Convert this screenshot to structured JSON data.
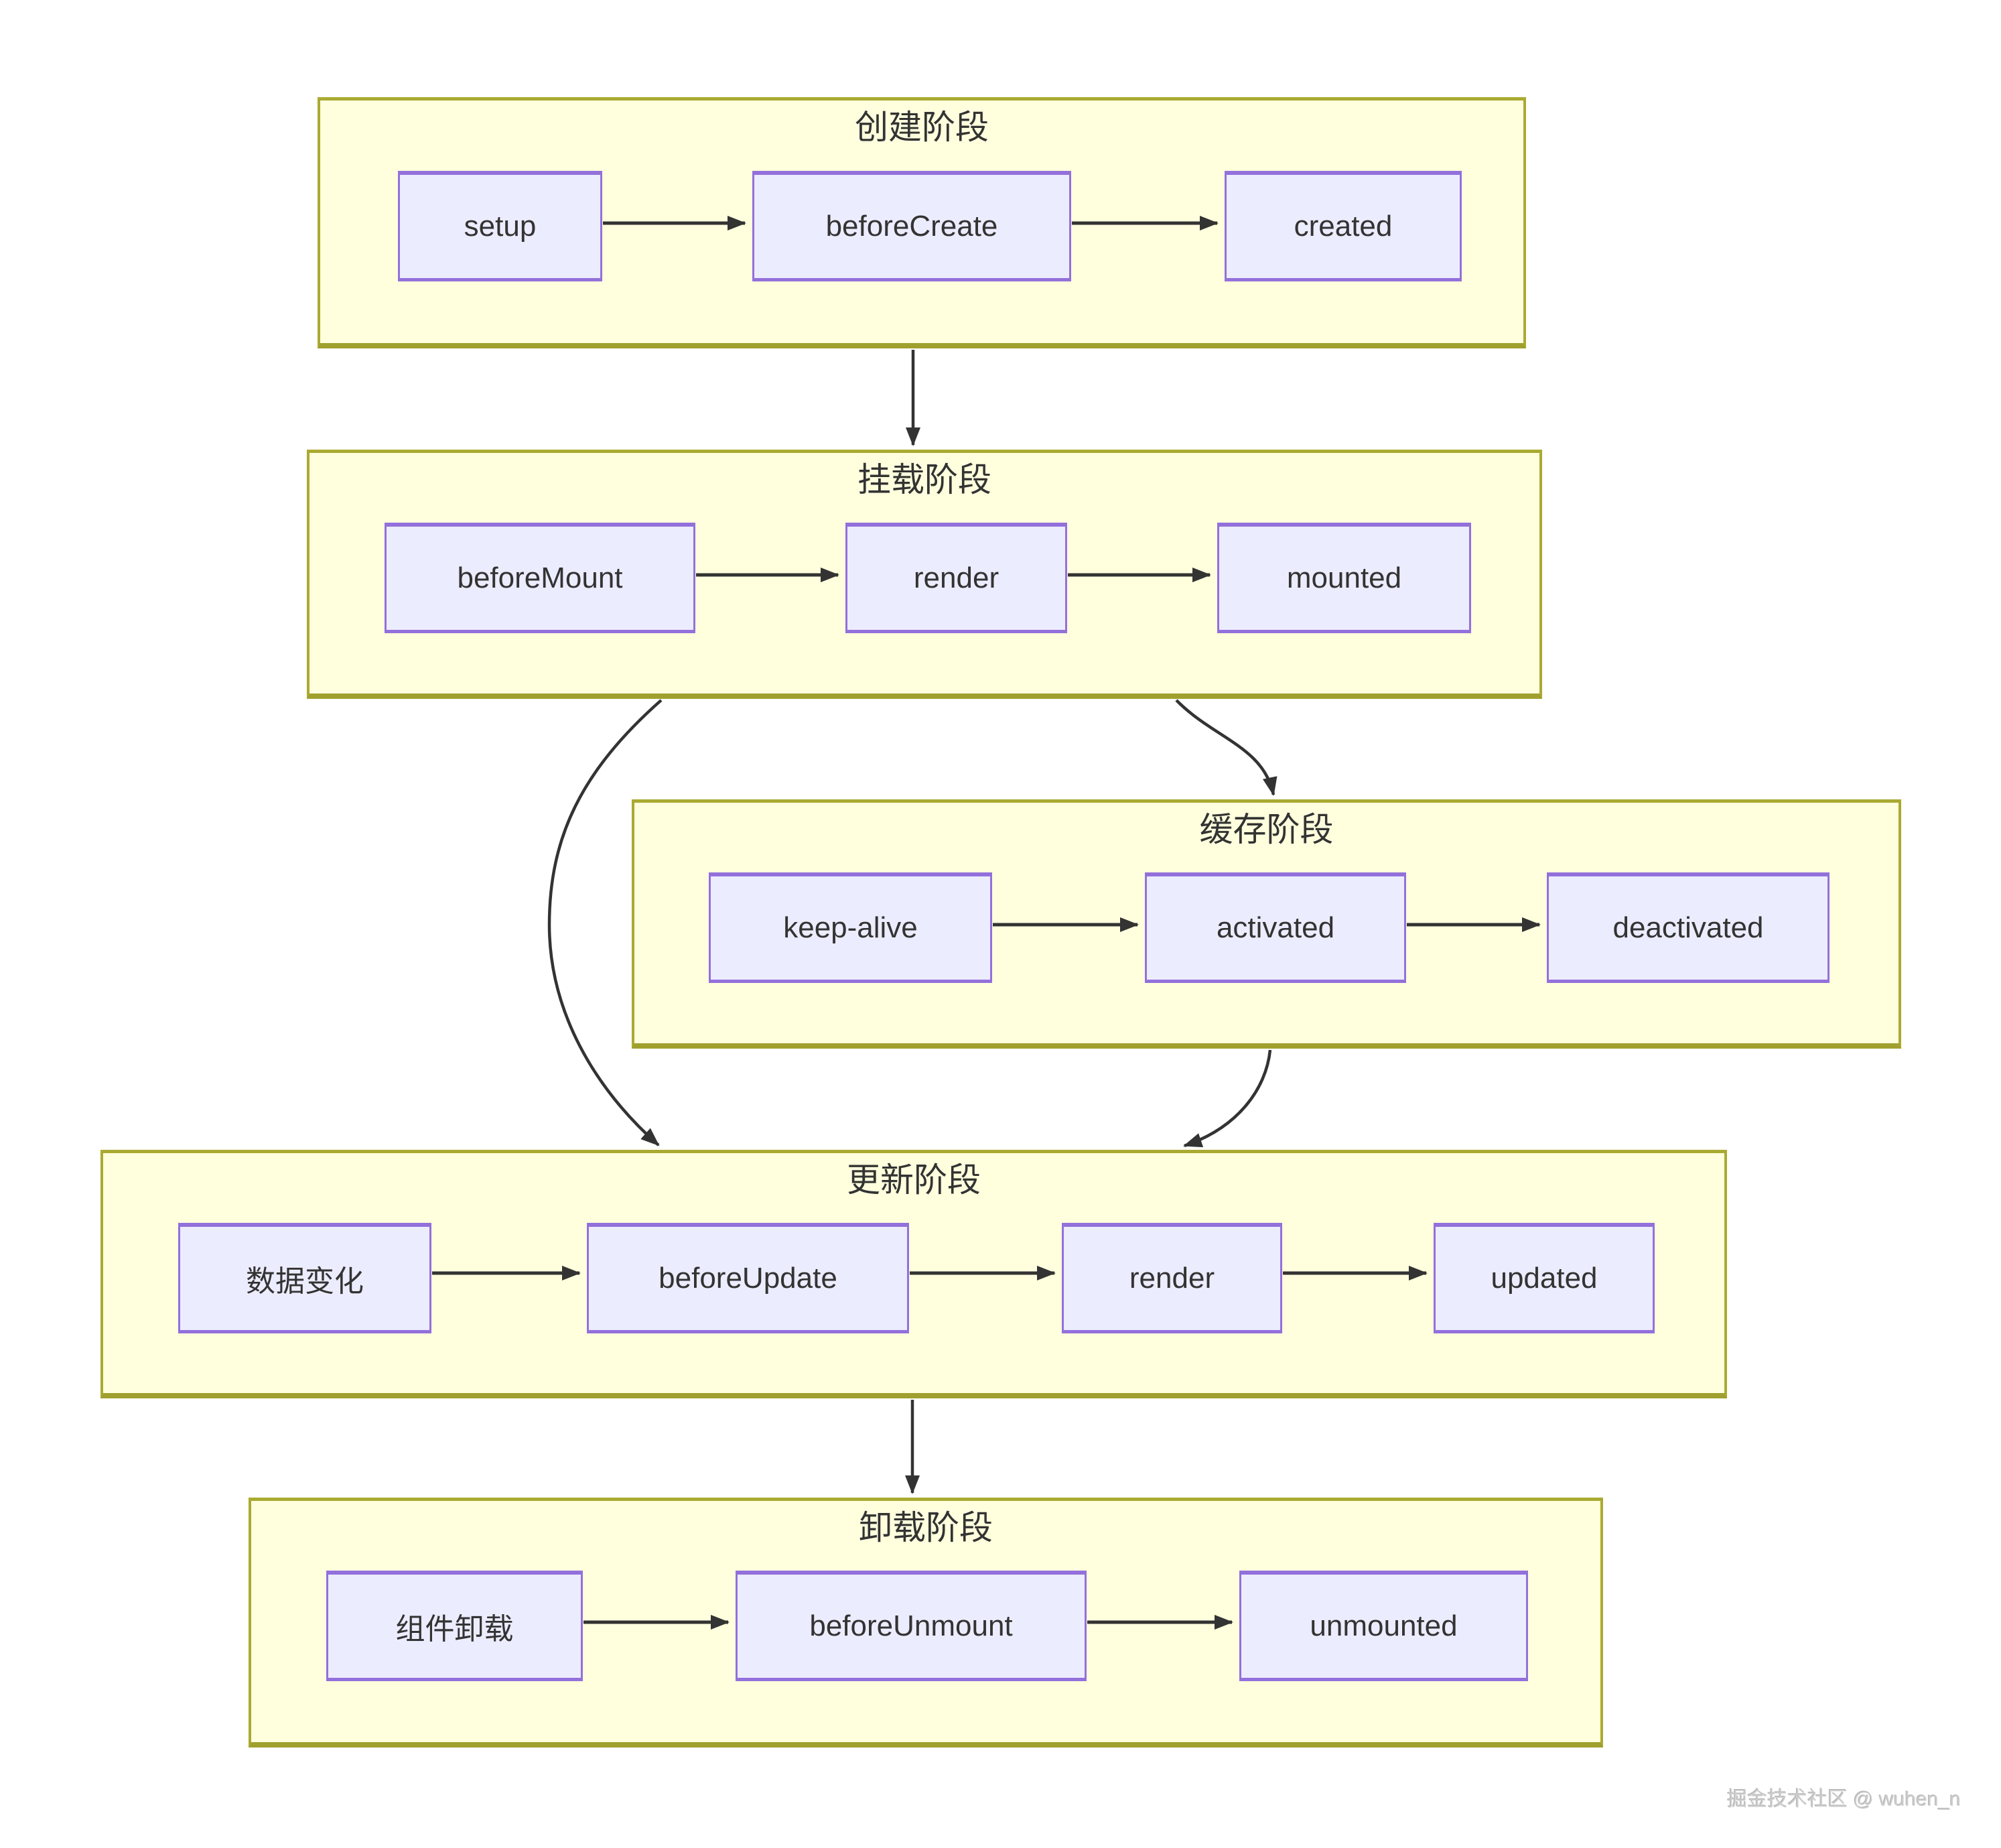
{
  "diagram": {
    "stages": [
      {
        "title": "创建阶段",
        "nodes": [
          {
            "label": "setup"
          },
          {
            "label": "beforeCreate"
          },
          {
            "label": "created"
          }
        ]
      },
      {
        "title": "挂载阶段",
        "nodes": [
          {
            "label": "beforeMount"
          },
          {
            "label": "render"
          },
          {
            "label": "mounted"
          }
        ]
      },
      {
        "title": "缓存阶段",
        "nodes": [
          {
            "label": "keep-alive"
          },
          {
            "label": "activated"
          },
          {
            "label": "deactivated"
          }
        ]
      },
      {
        "title": "更新阶段",
        "nodes": [
          {
            "label": "数据变化"
          },
          {
            "label": "beforeUpdate"
          },
          {
            "label": "render"
          },
          {
            "label": "updated"
          }
        ]
      },
      {
        "title": "卸载阶段",
        "nodes": [
          {
            "label": "组件卸载"
          },
          {
            "label": "beforeUnmount"
          },
          {
            "label": "unmounted"
          }
        ]
      }
    ],
    "edges": [
      {
        "from": "创建阶段",
        "to": "挂载阶段"
      },
      {
        "from": "挂载阶段",
        "to": "缓存阶段"
      },
      {
        "from": "挂载阶段",
        "to": "更新阶段"
      },
      {
        "from": "缓存阶段",
        "to": "更新阶段"
      },
      {
        "from": "更新阶段",
        "to": "卸载阶段"
      }
    ],
    "colors": {
      "cluster_fill": "#ffffde",
      "cluster_border": "#aaaa33",
      "node_fill": "#ECECFF",
      "node_border": "#9370DB",
      "edge": "#333333",
      "text": "#333333"
    }
  },
  "watermark": "掘金技术社区 @ wuhen_n"
}
